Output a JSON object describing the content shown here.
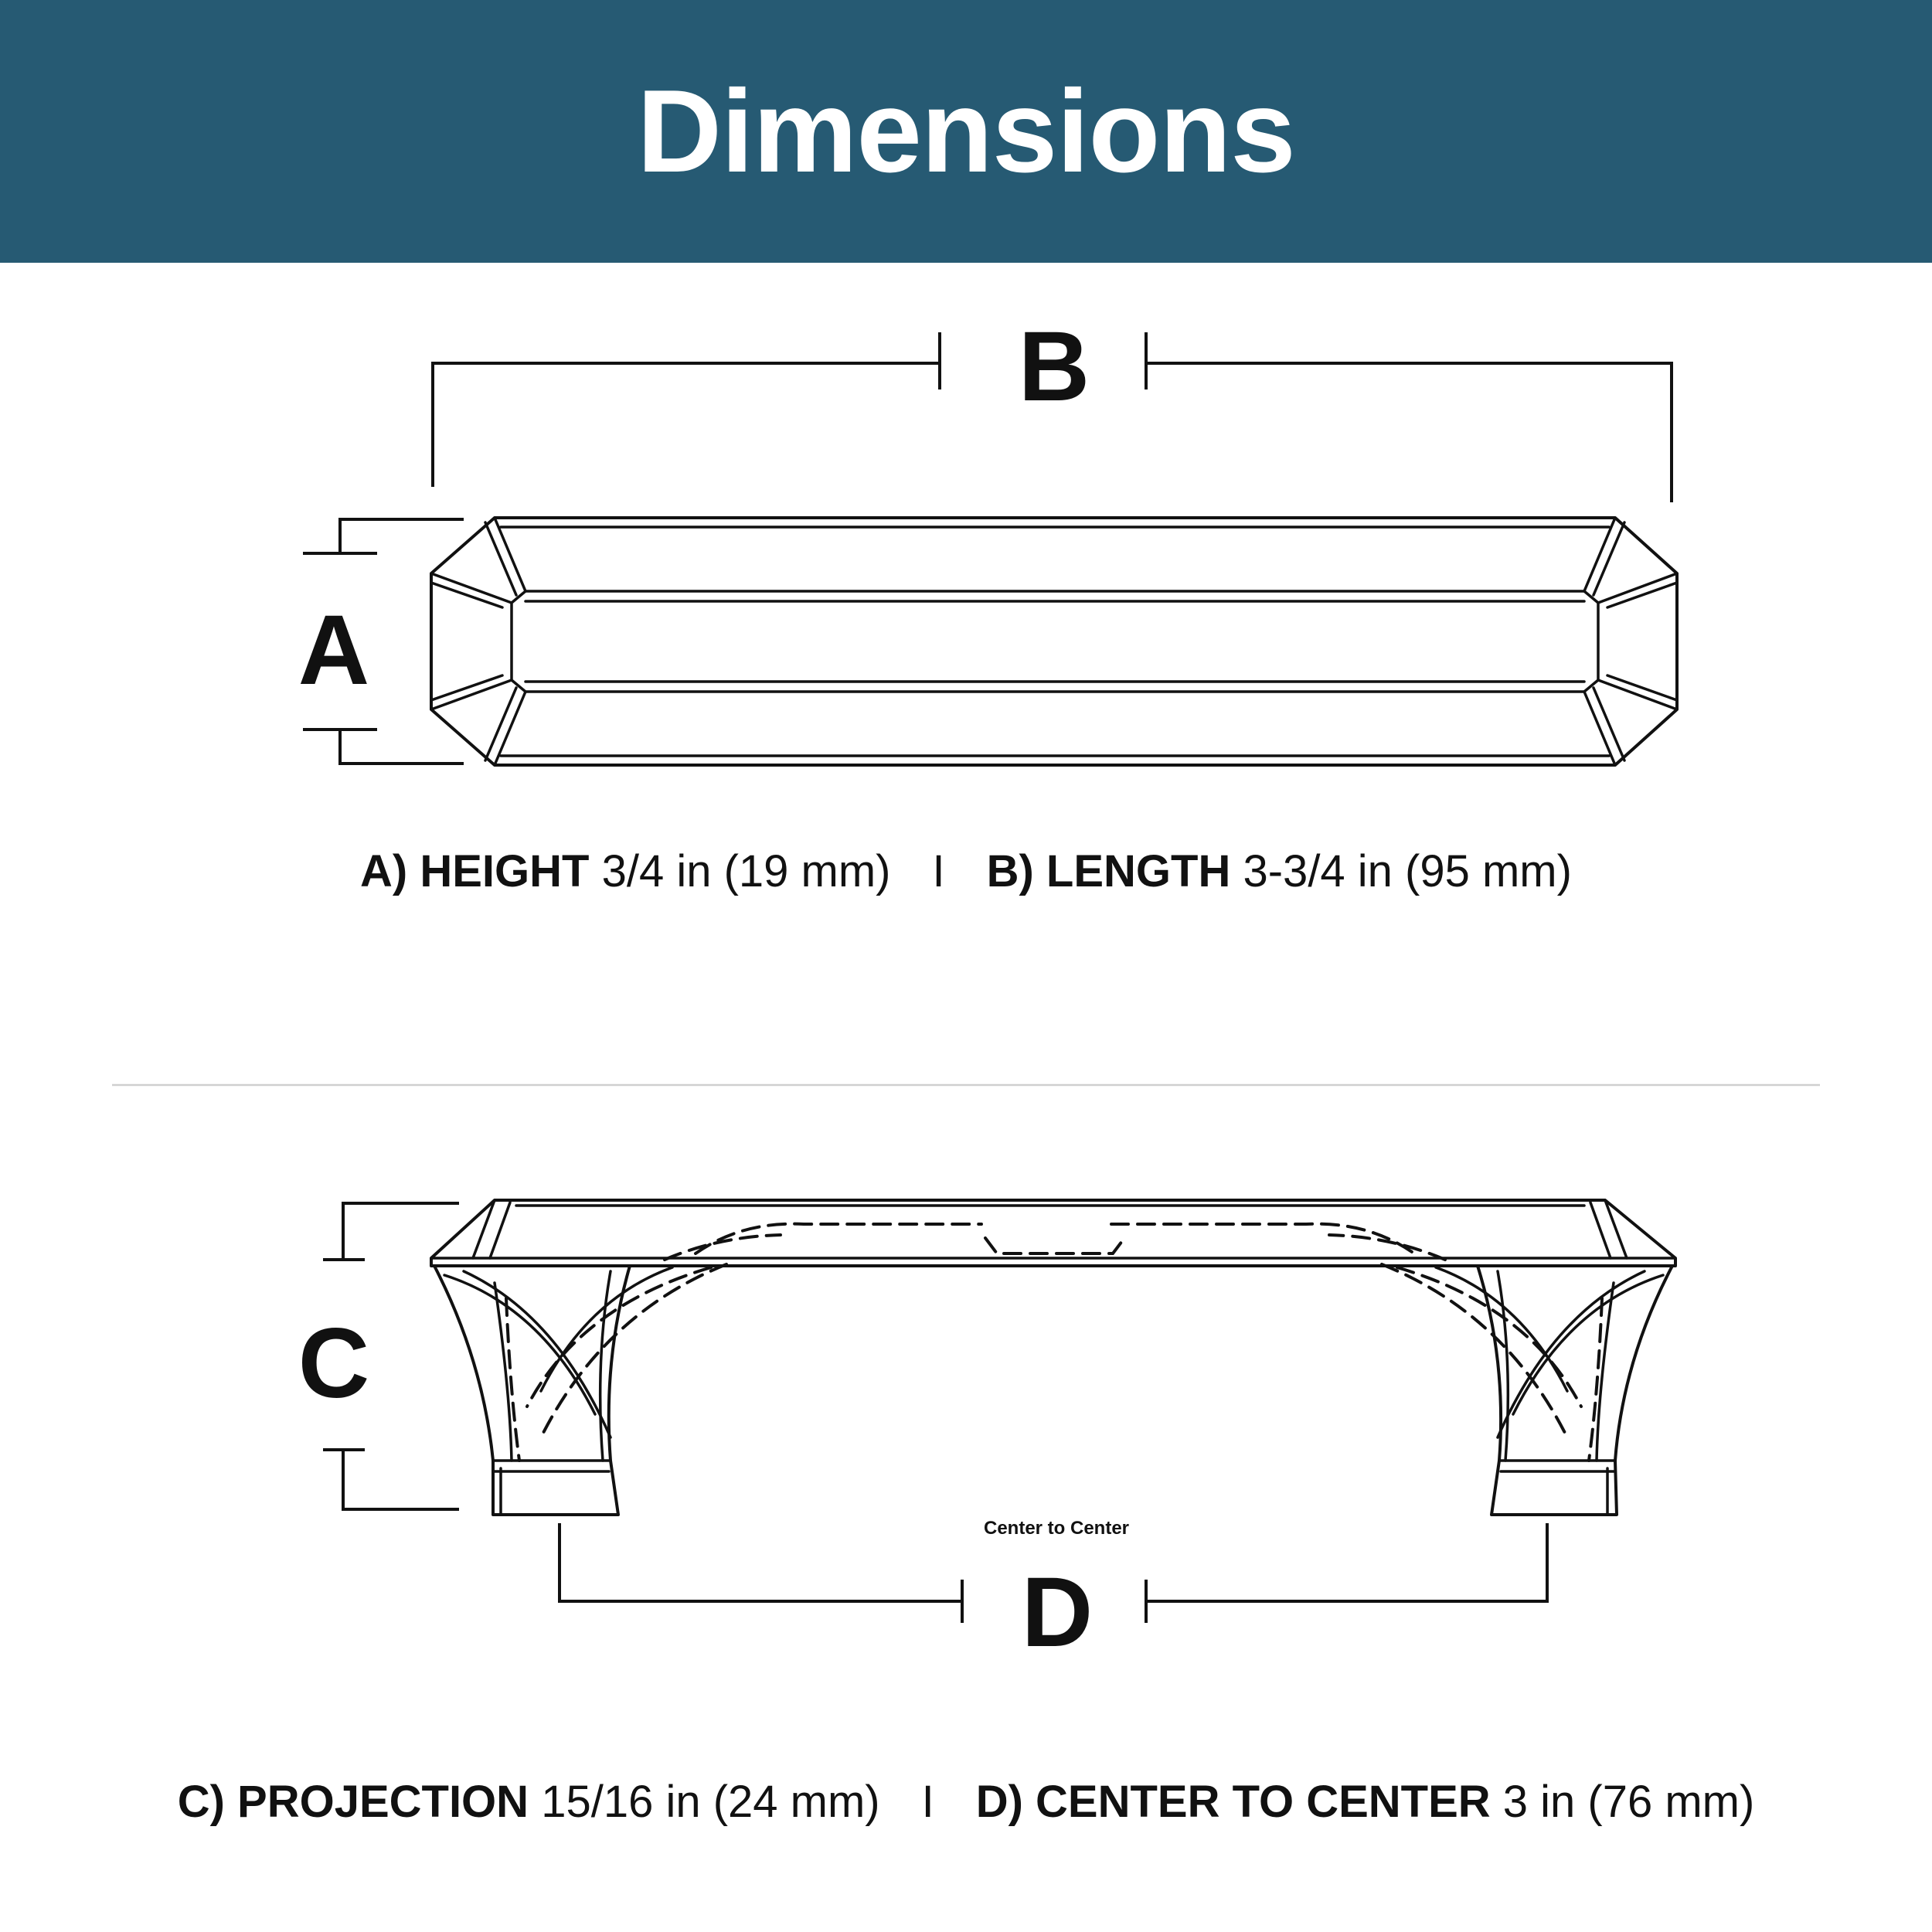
{
  "header": {
    "title": "Dimensions"
  },
  "top_view": {
    "label_a": "A",
    "label_b": "B"
  },
  "side_view": {
    "label_c": "C",
    "label_d": "D",
    "center_note": "Center to Center"
  },
  "specs_top": {
    "a_label": "A) HEIGHT",
    "a_value": "3/4 in (19 mm)",
    "separator": "I",
    "b_label": "B) LENGTH",
    "b_value": "3-3/4 in (95 mm)"
  },
  "specs_bottom": {
    "c_label": "C) PROJECTION",
    "c_value": "15/16 in (24 mm)",
    "separator": "I",
    "d_label": "D) CENTER TO CENTER",
    "d_value": "3 in (76 mm)"
  },
  "colors": {
    "banner": "#265a73",
    "line": "#111111",
    "divider": "#cfcfcf"
  }
}
